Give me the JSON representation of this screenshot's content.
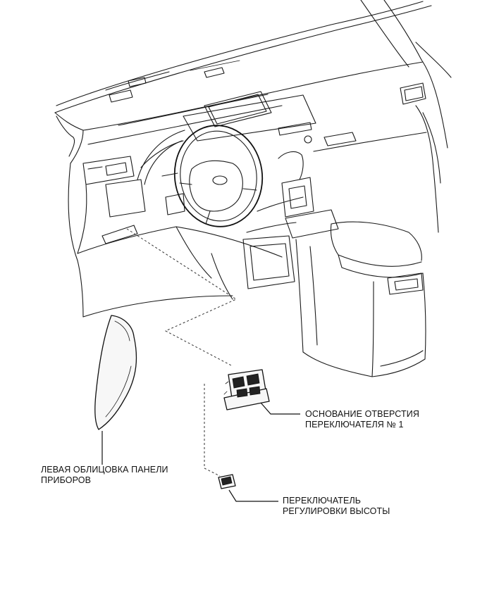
{
  "labels": {
    "left_panel": {
      "line1": "ЛЕВАЯ ОБЛИЦОВКА ПАНЕЛИ",
      "line2": "ПРИБОРОВ"
    },
    "switch_base": {
      "line1": "ОСНОВАНИЕ ОТВЕРСТИЯ",
      "line2": "ПЕРЕКЛЮЧАТЕЛЯ № 1"
    },
    "height_switch": {
      "line1": "ПЕРЕКЛЮЧАТЕЛЬ",
      "line2": "РЕГУЛИРОВКИ ВЫСОТЫ"
    }
  },
  "colors": {
    "line": "#1a1a1a",
    "background": "#ffffff"
  }
}
